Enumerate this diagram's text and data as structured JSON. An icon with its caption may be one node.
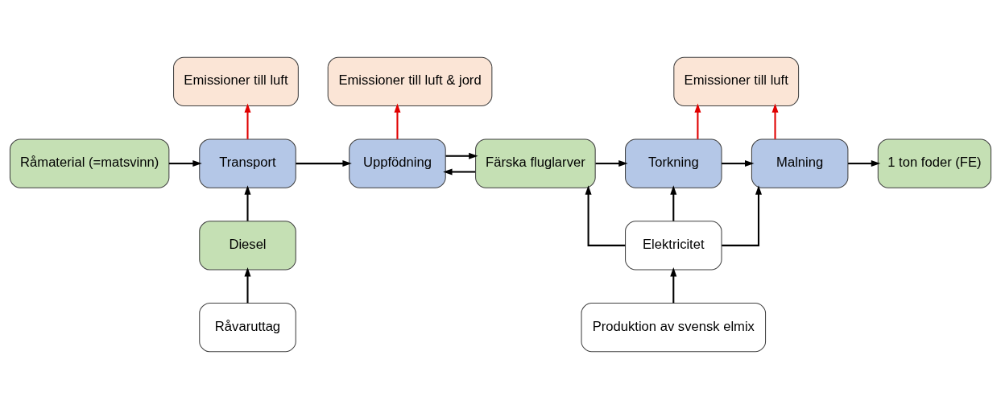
{
  "diagram": {
    "nodes": [
      {
        "text": [
          "Emissioner till luft"
        ]
      },
      {
        "text": [
          "Emissioner till luft & jord"
        ]
      },
      {
        "text": [
          "Emissioner till luft"
        ]
      },
      {
        "text": [
          "Råmaterial (=matsvinn)"
        ]
      },
      {
        "text": [
          "Transport"
        ]
      },
      {
        "text": [
          "Uppfödning"
        ]
      },
      {
        "text": [
          "Färska fluglarver"
        ]
      },
      {
        "text": [
          "Torkning"
        ]
      },
      {
        "text": [
          "Malning"
        ]
      },
      {
        "text": [
          "1 ton foder (FE)"
        ]
      },
      {
        "text": [
          "Diesel"
        ]
      },
      {
        "text": [
          "Elektricitet"
        ]
      },
      {
        "text": [
          "Råvaruttag"
        ]
      },
      {
        "text": [
          "Produktion av svensk elmix"
        ]
      }
    ],
    "edges": [
      {
        "from": 3,
        "to": 4,
        "arrow": "to"
      },
      {
        "from": 4,
        "to": 5,
        "arrow": "to"
      },
      {
        "from": 5,
        "to": 6,
        "arrow": "to"
      },
      {
        "from": 6,
        "to": 7,
        "arrow": "to"
      },
      {
        "from": 7,
        "to": 8,
        "arrow": "to"
      },
      {
        "from": 8,
        "to": 9,
        "arrow": "to"
      },
      {
        "from": 4,
        "to": 0,
        "arrow": "to",
        "color": "#e00000"
      },
      {
        "from": 5,
        "to": 1,
        "arrow": "to",
        "color": "#e00000"
      },
      {
        "from": 6,
        "to": 5,
        "arrow": "to"
      },
      {
        "from": 7,
        "to": 2,
        "arrow": "to",
        "color": "#e00000"
      },
      {
        "from": 8,
        "to": 2,
        "arrow": "to",
        "color": "#e00000"
      },
      {
        "from": 10,
        "to": 4,
        "arrow": "to"
      },
      {
        "from": 12,
        "to": 10,
        "arrow": "to"
      },
      {
        "from": 11,
        "to": 6,
        "arrow": "to"
      },
      {
        "from": 11,
        "to": 7,
        "arrow": "to"
      },
      {
        "from": 11,
        "to": 8,
        "arrow": "to"
      },
      {
        "from": 13,
        "to": 11,
        "arrow": "to"
      }
    ]
  }
}
